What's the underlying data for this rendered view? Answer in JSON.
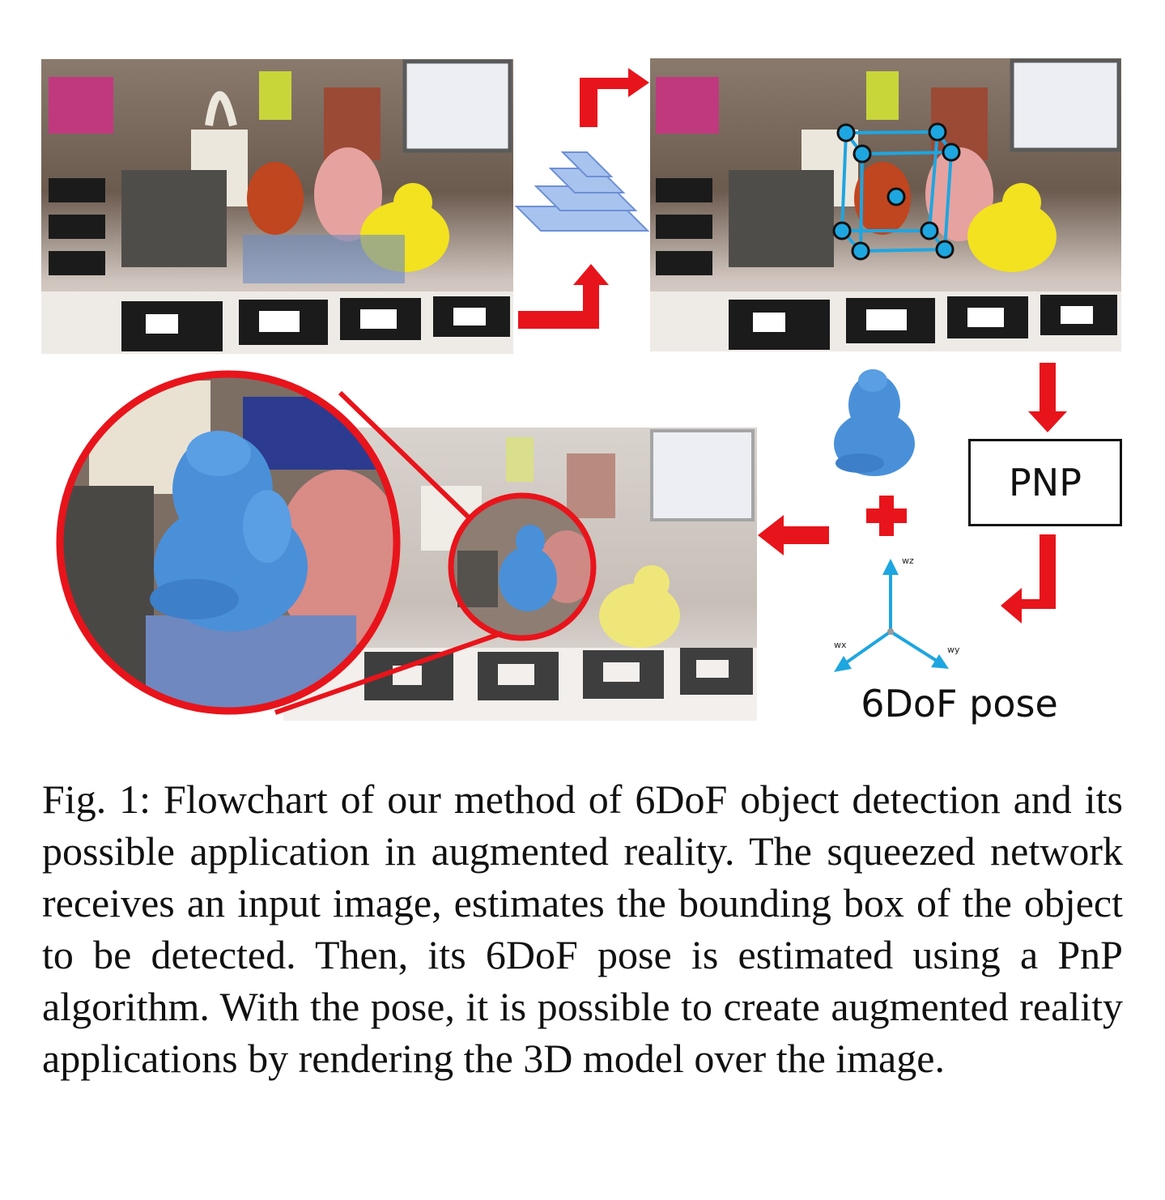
{
  "figure": {
    "pnp_label": "PNP",
    "pose_label": "6DoF pose",
    "axis_labels": [
      "wz",
      "wx",
      "wy"
    ],
    "colors": {
      "arrow": "#e8141b",
      "bbox": "#1ea6e0",
      "model": "#4a90d9",
      "network": "#a9c3ef"
    }
  },
  "caption": {
    "text": "Fig. 1: Flowchart of our method of 6DoF object detection and its possible application in augmented reality. The squeezed network receives an input image, estimates the bounding box of the object to be detected. Then, its 6DoF pose is estimated using a PnP algorithm. With the pose, it is possible to create augmented reality applications by rendering the 3D model over the image."
  }
}
